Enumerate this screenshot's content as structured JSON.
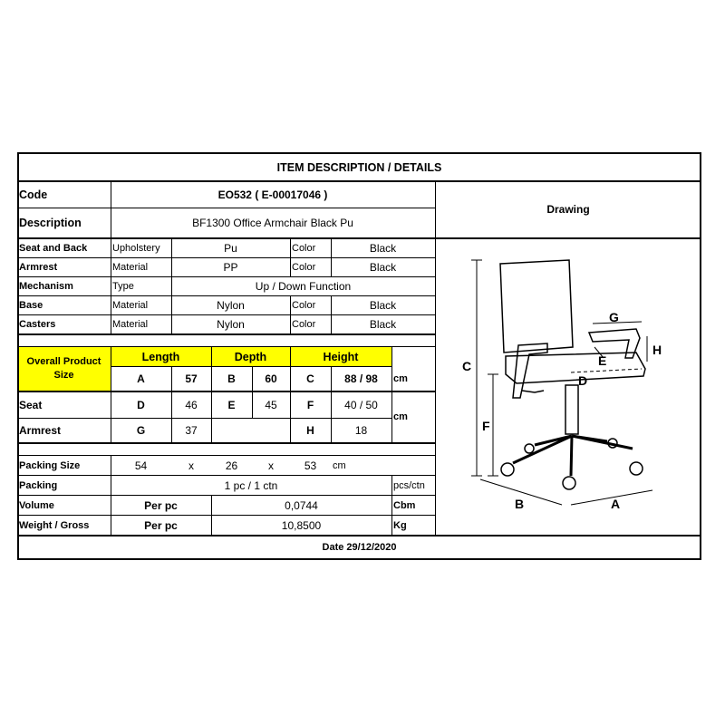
{
  "header": {
    "title": "ITEM DESCRIPTION / DETAILS"
  },
  "code": {
    "label": "Code",
    "value": "EO532  ( E-00017046 )"
  },
  "description": {
    "label": "Description",
    "value": "BF1300 Office Armchair Black Pu"
  },
  "drawing": {
    "label": "Drawing"
  },
  "components": [
    {
      "part": "Seat and Back",
      "attr": "Upholstery",
      "value": "Pu",
      "color_label": "Color",
      "color": "Black"
    },
    {
      "part": "Armrest",
      "attr": "Material",
      "value": "PP",
      "color_label": "Color",
      "color": "Black"
    },
    {
      "part": "Mechanism",
      "attr": "Type",
      "value": "Up / Down Function"
    },
    {
      "part": "Base",
      "attr": "Material",
      "value": "Nylon",
      "color_label": "Color",
      "color": "Black"
    },
    {
      "part": "Casters",
      "attr": "Material",
      "value": "Nylon",
      "color_label": "Color",
      "color": "Black"
    }
  ],
  "size": {
    "label": "Overall Product Size",
    "headers": [
      "Length",
      "Depth",
      "Height"
    ],
    "overall": [
      "A",
      "57",
      "B",
      "60",
      "C",
      "88 / 98"
    ],
    "unit": "cm",
    "seat": {
      "label": "Seat",
      "values": [
        "D",
        "46",
        "E",
        "45",
        "F",
        "40 / 50"
      ]
    },
    "armrest": {
      "label": "Armrest",
      "values": [
        "G",
        "37",
        "H",
        "18"
      ]
    },
    "unit2": "cm"
  },
  "packing_size": {
    "label": "Packing Size",
    "values": [
      "54",
      "x",
      "26",
      "x",
      "53",
      "cm"
    ]
  },
  "packing": {
    "label": "Packing",
    "value": "1 pc / 1 ctn",
    "unit": "pcs/ctn"
  },
  "volume": {
    "label": "Volume",
    "per": "Per pc",
    "value": "0,0744",
    "unit": "Cbm"
  },
  "weight": {
    "label": "Weight / Gross",
    "per": "Per pc",
    "value": "10,8500",
    "unit": "Kg"
  },
  "date": "Date 29/12/2020",
  "drawing_labels": {
    "A": "A",
    "B": "B",
    "C": "C",
    "D": "D",
    "E": "E",
    "F": "F",
    "G": "G",
    "H": "H"
  },
  "colors": {
    "highlight": "#ffff00",
    "grid": "#000000"
  }
}
